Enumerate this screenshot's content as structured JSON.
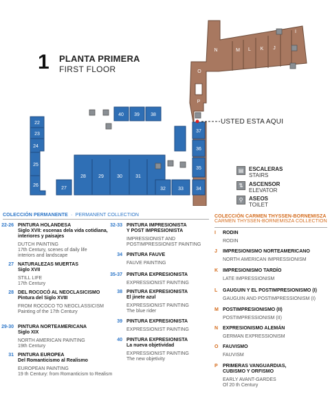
{
  "floor": {
    "number": "1",
    "title_es": "PLANTA PRIMERA",
    "title_en": "FIRST FLOOR"
  },
  "you_are_here": "USTED ESTA AQUI",
  "rooms_blue": [
    "22",
    "23",
    "24",
    "25",
    "26",
    "27",
    "28",
    "29",
    "30",
    "31",
    "32",
    "33",
    "34",
    "35",
    "36",
    "37",
    "38",
    "39",
    "40"
  ],
  "rooms_brown": [
    "N",
    "M",
    "L",
    "K",
    "J",
    "I",
    "O",
    "P"
  ],
  "legend": [
    {
      "icon": "stairs-icon",
      "es": "ESCALERAS",
      "en": "STAIRS"
    },
    {
      "icon": "elevator-icon",
      "es": "ASCENSOR",
      "en": "ELEVATOR"
    },
    {
      "icon": "toilet-icon",
      "es": "ASEOS",
      "en": "TOILET"
    }
  ],
  "colors": {
    "blue_room": "#2f6fb5",
    "brown_room": "#a87860",
    "accent_blue": "#2a74c7",
    "accent_orange": "#d46a1a"
  },
  "permanent": {
    "head_es": "COLECCIÓN PERMANENTE",
    "head_en": "PERMANENT COLLECTION",
    "left": [
      {
        "num": "22-26",
        "es": [
          "PINTURA HOLANDESA",
          "Siglo XVII: escenas dela vida cotidiana,",
          "interiores y paisajes"
        ],
        "en": [
          "DUTCH PAINTING",
          "17th Century, scenes of daily life",
          "interiors and landscape"
        ]
      },
      {
        "num": "27",
        "es": [
          "NATURALEZAS MUERTAS",
          "Siglo XVII"
        ],
        "en": [
          "STILL LIFE",
          "17th Century"
        ]
      },
      {
        "num": "28",
        "es": [
          "DEL ROCOCÓ AL NEOCLASICISMO",
          "Pintura del Siglo XVIII"
        ],
        "en": [
          "FROM ROCOCO TO NEOCLASSICISM",
          "Painting of the 17th Century"
        ]
      },
      {
        "num": "29-30",
        "es": [
          "PINTURA NORTEAMERICANA",
          "Siglo XIX"
        ],
        "en": [
          "NORTH AMERICAN PAINTING",
          "19th Century"
        ]
      },
      {
        "num": "31",
        "es": [
          "PINTURA EUROPEA",
          "Del Romanticismo al Realismo"
        ],
        "en": [
          "EUROPEAN PAINTING",
          "19 th Century: from Romanticism to Realism"
        ]
      }
    ],
    "middle": [
      {
        "num": "32-33",
        "es": [
          "PINTURA IMPRESIONISTA",
          "Y POST IMPRESIONISTA"
        ],
        "en": [
          "IMPRESSIONIST AND",
          "POSTIMPRESSIONIST PAINTING"
        ]
      },
      {
        "num": "34",
        "es": [
          "PINTURA FAUVE"
        ],
        "en": [
          "FAUVE PAINTING"
        ]
      },
      {
        "num": "35-37",
        "es": [
          "PINTURA EXPRESIONISTA"
        ],
        "en": [
          "EXPRESSIONIST PAINTING"
        ]
      },
      {
        "num": "38",
        "es": [
          "PINTURA EXPRESIONISTA",
          "El jinete azul"
        ],
        "en": [
          "EXPRESSIONIST PAINTING",
          "The blue rider"
        ]
      },
      {
        "num": "39",
        "es": [
          "PINTURA EXPRESIONISTA"
        ],
        "en": [
          "EXPRESSIONIST PAINTING"
        ]
      },
      {
        "num": "40",
        "es": [
          "PINTURA EXPRESIONISTA",
          "La nueva objetividad"
        ],
        "en": [
          "EXPRESSIONIST PAINTING",
          "The new objetivity"
        ]
      }
    ]
  },
  "thyssen": {
    "head_es": "COLECCIÓN CARMEN THYSSEN-BORNEMISZA",
    "head_en": "CARMEN THYSSEN-BORNEMISZA COLLECTION",
    "items": [
      {
        "letter": "I",
        "es": [
          "RODIN"
        ],
        "en": [
          "RODIN"
        ]
      },
      {
        "letter": "J",
        "es": [
          "IMPRESIONISMO NORTEAMERICANO"
        ],
        "en": [
          "NORTH AMERICAN IMPRESSIONISM"
        ]
      },
      {
        "letter": "K",
        "es": [
          "IMPRESIONISMO TARDÍO"
        ],
        "en": [
          "LATE IMPRESSIONISM"
        ]
      },
      {
        "letter": "L",
        "es": [
          "GAUGUIN Y EL POSTIMPRESIONISMO (I)"
        ],
        "en": [
          "GAUGUIN AND POSTIMPRESSIONISM (I)"
        ]
      },
      {
        "letter": "M",
        "es": [
          "POSTIMPRESIONISMO (II)"
        ],
        "en": [
          "POSTIMPRESSIONISM (II)"
        ]
      },
      {
        "letter": "N",
        "es": [
          "EXPRESIONISMO ALEMÁN"
        ],
        "en": [
          "GERMAN EXPRESSIONISM"
        ]
      },
      {
        "letter": "O",
        "es": [
          "FAUVISMO"
        ],
        "en": [
          "FAUVISM"
        ]
      },
      {
        "letter": "P",
        "es": [
          "PRIMERAS VANGUARDIAS,",
          "CUBISMO Y ORFISMO"
        ],
        "en": [
          "EARLY AVANT-GARDES",
          "Of 20 th Century"
        ]
      }
    ]
  }
}
